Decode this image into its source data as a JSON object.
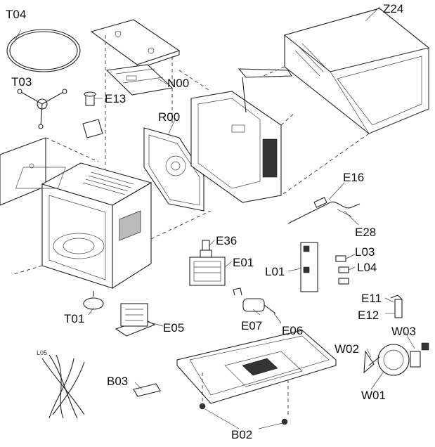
{
  "labels": {
    "t04": "T04",
    "z24": "Z24",
    "t03": "T03",
    "e13": "E13",
    "n00": "N00",
    "r00": "R00",
    "e16": "E16",
    "e28": "E28",
    "e36": "E36",
    "e01": "E01",
    "l03": "L03",
    "l01": "L01",
    "l04": "L04",
    "e11": "E11",
    "e12": "E12",
    "t01": "T01",
    "e05": "E05",
    "e07": "E07",
    "e06": "E06",
    "w03": "W03",
    "w02": "W02",
    "l05": "L05",
    "b03": "B03",
    "w01": "W01",
    "b02": "B02"
  }
}
